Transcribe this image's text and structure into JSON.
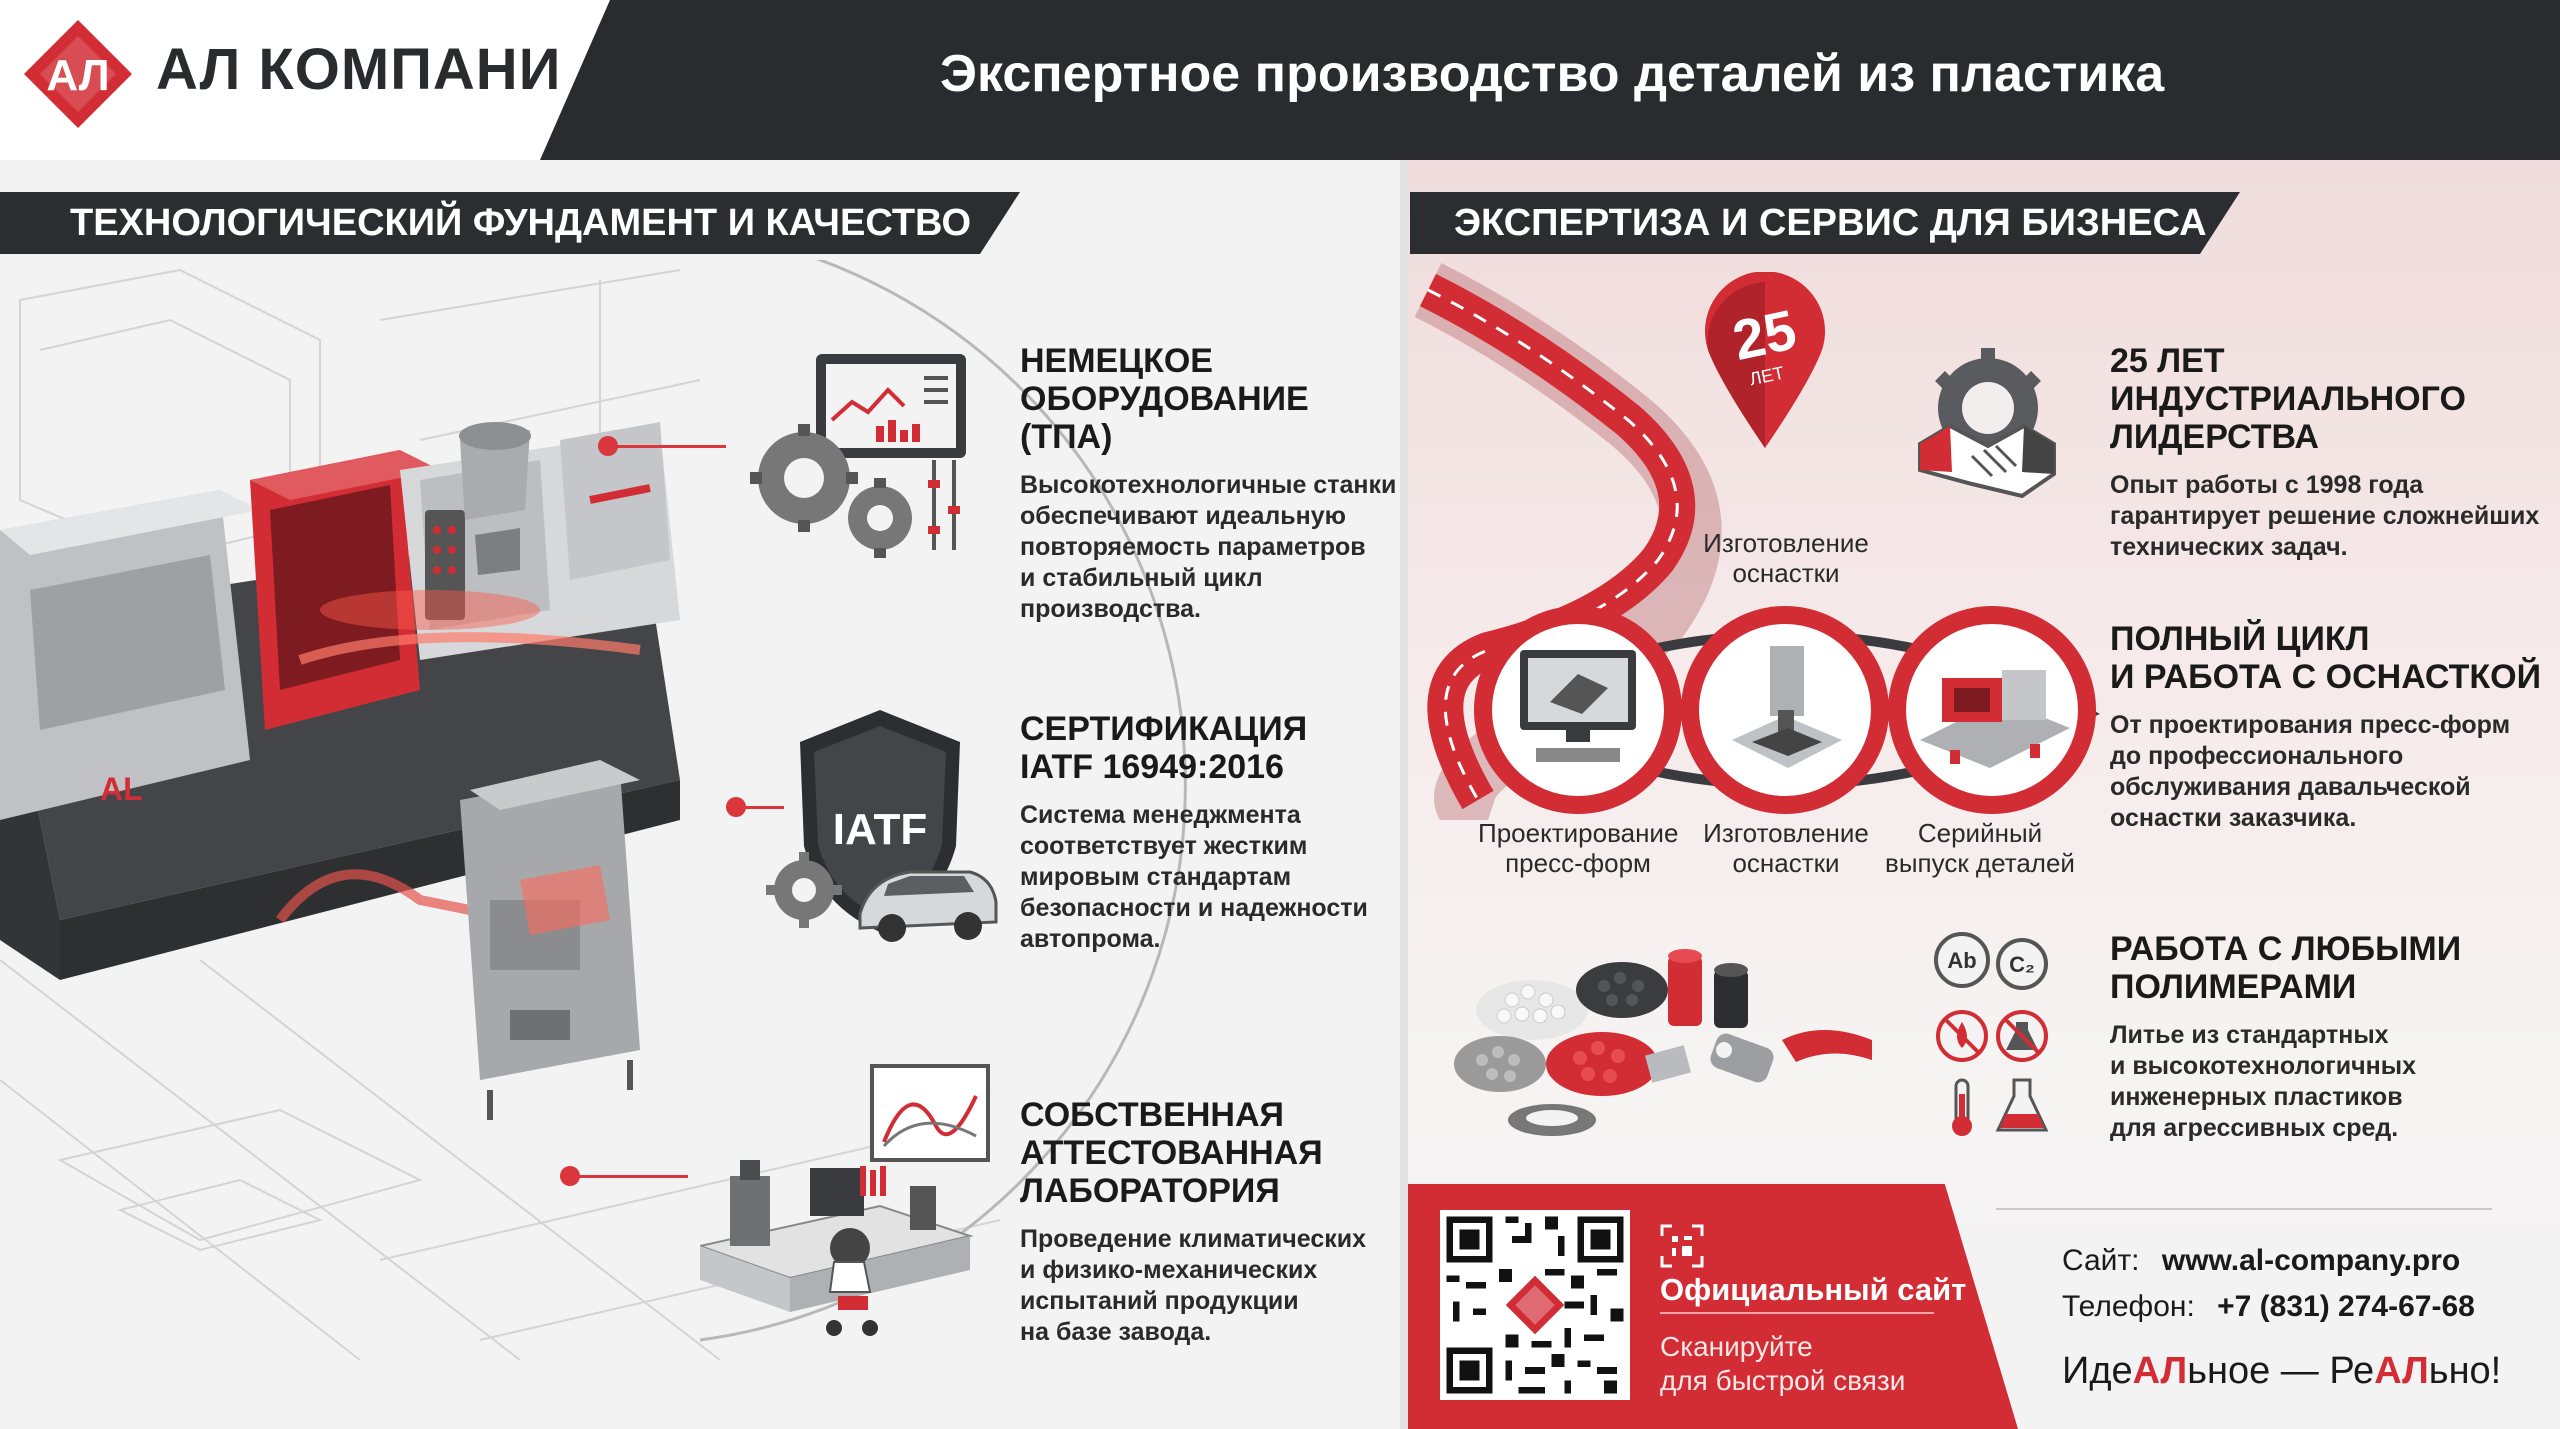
{
  "header": {
    "logo_text": "АЛ",
    "brand": "АЛ КОМПАНИ",
    "title": "Экспертное производство деталей из пластика"
  },
  "left": {
    "section_title": "ТЕХНОЛОГИЧЕСКИЙ ФУНДАМЕНТ И КАЧЕСТВО",
    "machine_logo": "АL",
    "features": [
      {
        "title_line1": "НЕМЕЦКОЕ",
        "title_line2": "ОБОРУДОВАНИЕ (ТПА)",
        "text": [
          "Высокотехнологичные станки",
          "обеспечивают идеальную",
          "повторяемость параметров",
          "и стабильный цикл",
          "производства."
        ]
      },
      {
        "title_line1": "СЕРТИФИКАЦИЯ",
        "title_line2": "IATF 16949:2016",
        "badge": "IATF",
        "text": [
          "Система менеджмента",
          "соответствует жестким",
          "мировым стандартам",
          "безопасности и надежности",
          "автопрома."
        ]
      },
      {
        "title_line1": "СОБСТВЕННАЯ",
        "title_line2": "АТТЕСТОВАННАЯ",
        "title_line3": "ЛАБОРАТОРИЯ",
        "text": [
          "Проведение климатических",
          "и физико-механических",
          "испытаний продукции",
          "на базе завода."
        ]
      }
    ]
  },
  "right": {
    "section_title": "ЭКСПЕРТИЗА И СЕРВИС ДЛЯ БИЗНЕСА",
    "pin": {
      "number": "25",
      "unit": "ЛЕТ"
    },
    "cycle": {
      "top_label": [
        "Изготовление",
        "оснастки"
      ],
      "steps": [
        [
          "Проектирование",
          "пресс-форм"
        ],
        [
          "Изготовление",
          "оснастки"
        ],
        [
          "Серийный",
          "выпуск деталей"
        ]
      ]
    },
    "features": [
      {
        "title_line1": "25 ЛЕТ ИНДУСТРИАЛЬНОГО",
        "title_line2": "ЛИДЕРСТВА",
        "text": [
          "Опыт работы с 1998 года",
          "гарантирует решение сложнейших",
          "технических задач."
        ]
      },
      {
        "title_line1": "ПОЛНЫЙ ЦИКЛ",
        "title_line2": "И РАБОТА С ОСНАСТКОЙ",
        "text": [
          "От проектирования пресс-форм",
          "до профессионального",
          "обслуживания давальческой",
          "оснастки заказчика."
        ]
      },
      {
        "title_line1": "РАБОТА С ЛЮБЫМИ",
        "title_line2": "ПОЛИМЕРАМИ",
        "text": [
          "Литье из стандартных",
          "и высокотехнологичных",
          "инженерных пластиков",
          "для агрессивных сред."
        ]
      }
    ],
    "poly_icon_labels": {
      "ab": "Ab",
      "c2": "C₂"
    }
  },
  "footer": {
    "site_title": "Официальный сайт",
    "site_sub_1": "Сканируйте",
    "site_sub_2": "для быстрой связи",
    "site_label": "Сайт:",
    "site_value": "www.al-company.pro",
    "phone_label": "Телефон:",
    "phone_value": "+7 (831) 274-67-68",
    "slogan_parts": [
      "Иде",
      "АЛ",
      "ьное — Ре",
      "АЛ",
      "ьно!"
    ]
  },
  "colors": {
    "accent": "#d22d35",
    "dark": "#2a2b2e",
    "light_bg": "#f3f3f3"
  }
}
